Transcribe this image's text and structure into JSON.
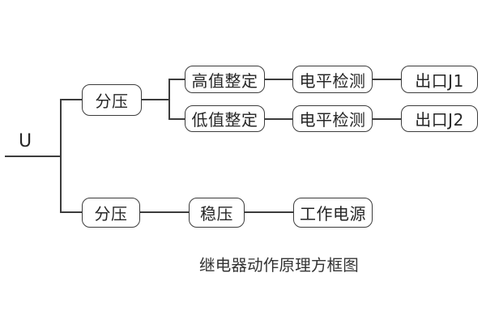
{
  "diagram": {
    "input_label": "U",
    "caption": "继电器动作原理方框图",
    "boxes": [
      {
        "id": "divider-top",
        "label": "分压"
      },
      {
        "id": "high-set",
        "label": "高值整定"
      },
      {
        "id": "low-set",
        "label": "低值整定"
      },
      {
        "id": "level-detect-1",
        "label": "电平检测"
      },
      {
        "id": "outlet-j1",
        "label": "出口J1"
      },
      {
        "id": "level-detect-2",
        "label": "电平检测"
      },
      {
        "id": "outlet-j2",
        "label": "出口J2"
      },
      {
        "id": "divider-bottom",
        "label": "分压"
      },
      {
        "id": "regulator",
        "label": "稳压"
      },
      {
        "id": "working-power",
        "label": "工作电源"
      }
    ],
    "colors": {
      "line": "#3c3c3c",
      "text": "#262626",
      "background": "#ffffff"
    }
  }
}
